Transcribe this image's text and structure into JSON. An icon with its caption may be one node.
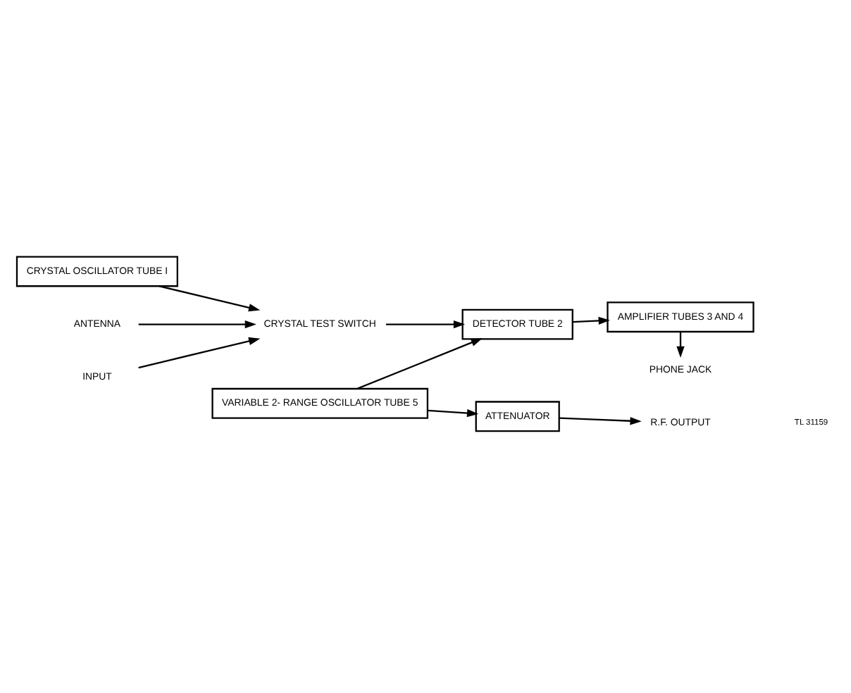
{
  "diagram": {
    "nodes": [
      {
        "text": [
          "CRYSTAL OSCILLATOR TUBE I"
        ]
      },
      {
        "text": [
          "DETECTOR TUBE 2"
        ]
      },
      {
        "text": [
          "AMPLIFIER TUBES 3 AND 4"
        ]
      },
      {
        "text": [
          "ANTENNA"
        ]
      },
      {
        "text": [
          "CRYSTAL TEST SWITCH"
        ]
      },
      {
        "text": [
          "PHONE JACK"
        ]
      },
      {
        "text": [
          "ATTENUATOR"
        ]
      },
      {
        "text": [
          "VARIABLE 2- RANGE OSCILLATOR TUBE 5"
        ]
      },
      {
        "text": [
          "INPUT"
        ]
      },
      {
        "text": [
          "R.F. OUTPUT"
        ]
      }
    ],
    "edges": [
      {
        "from": 0,
        "to": 4,
        "arrow": "to"
      },
      {
        "from": 4,
        "to": 1,
        "arrow": "to"
      },
      {
        "from": 1,
        "to": 2,
        "arrow": "to"
      },
      {
        "from": 2,
        "to": 5,
        "arrow": "to"
      },
      {
        "from": 3,
        "to": 4,
        "arrow": "to"
      },
      {
        "from": 8,
        "to": 4,
        "arrow": "to"
      },
      {
        "from": 7,
        "to": 1,
        "arrow": "to"
      },
      {
        "from": 7,
        "to": 6,
        "arrow": "to"
      },
      {
        "from": 6,
        "to": 9,
        "arrow": "to"
      }
    ],
    "labels": [
      "TL 31159"
    ]
  }
}
